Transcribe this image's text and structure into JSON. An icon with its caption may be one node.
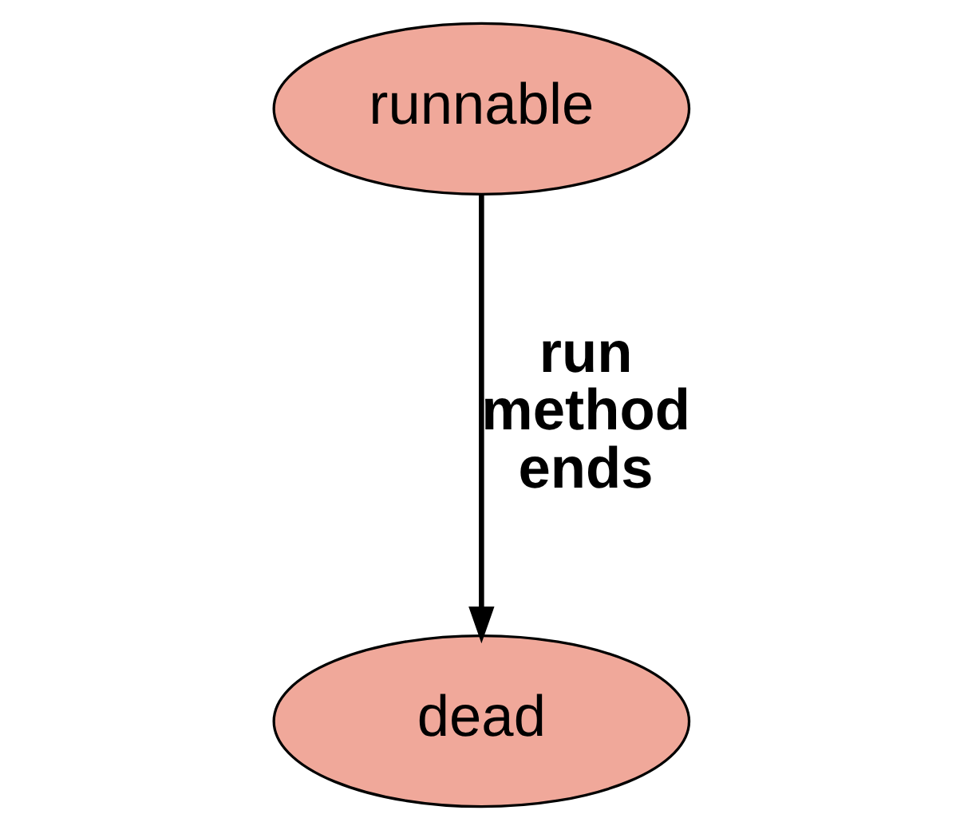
{
  "diagram": {
    "nodes": [
      {
        "text": [
          "runnable"
        ]
      },
      {
        "text": [
          "dead"
        ]
      }
    ],
    "edges": [
      {
        "from": 0,
        "to": 1,
        "arrow": "to",
        "label": "run method ends"
      }
    ]
  }
}
